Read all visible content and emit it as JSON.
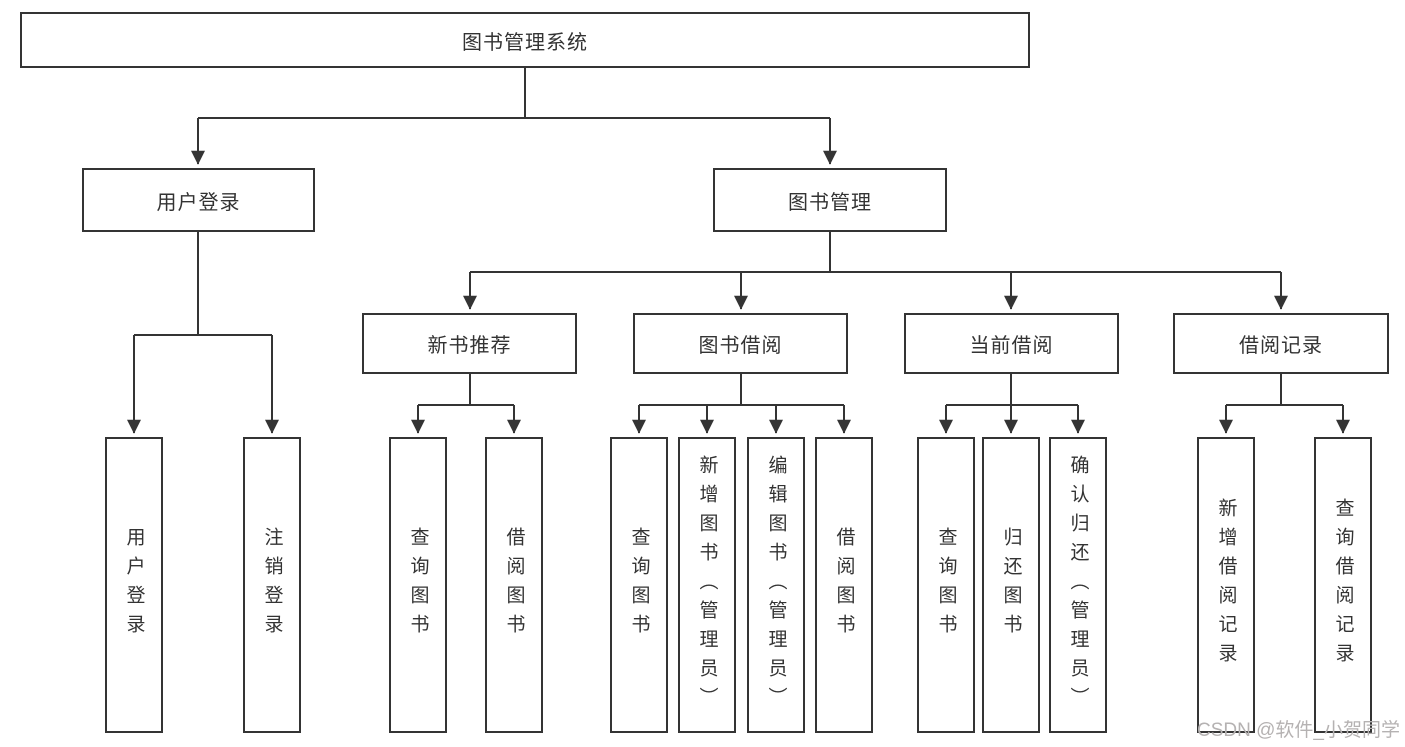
{
  "diagram": {
    "title": "图书管理系统",
    "nodes": {
      "root": {
        "label": "图书管理系统"
      },
      "l2": [
        {
          "label": "用户登录"
        },
        {
          "label": "图书管理"
        }
      ],
      "l3": [
        {
          "label": "新书推荐"
        },
        {
          "label": "图书借阅"
        },
        {
          "label": "当前借阅"
        },
        {
          "label": "借阅记录"
        }
      ],
      "leaves": [
        {
          "label": "用户登录"
        },
        {
          "label": "注销登录"
        },
        {
          "label": "查询图书"
        },
        {
          "label": "借阅图书"
        },
        {
          "label": "查询图书"
        },
        {
          "label": "新增图书（管理员）"
        },
        {
          "label": "编辑图书（管理员）"
        },
        {
          "label": "借阅图书"
        },
        {
          "label": "查询图书"
        },
        {
          "label": "归还图书"
        },
        {
          "label": "确认归还（管理员）"
        },
        {
          "label": "新增借阅记录"
        },
        {
          "label": "查询借阅记录"
        }
      ]
    },
    "watermark": {
      "text": "CSDN @软件_小贺同学"
    }
  },
  "colors": {
    "line": "#343434",
    "text": "#333333",
    "watermark": "#b5b2b2",
    "bg": "#ffffff"
  }
}
